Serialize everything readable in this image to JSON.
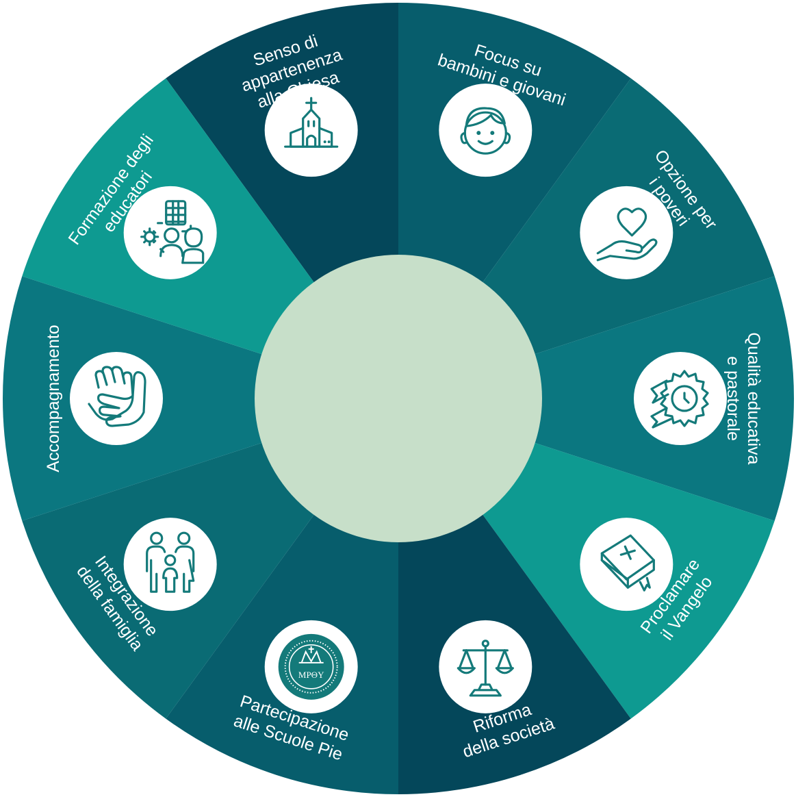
{
  "wheel": {
    "center_color": "#c7dfc9",
    "icon_color": "#147a7a",
    "segments": [
      {
        "id": "senso",
        "icon": "church-icon",
        "color": "#04475a",
        "lines": [
          "Senso di",
          "appartenenza",
          "alla Chiesa"
        ]
      },
      {
        "id": "focus",
        "icon": "child-face-icon",
        "color": "#075d6c",
        "lines": [
          "Focus su",
          "bambini e giovani"
        ]
      },
      {
        "id": "opzione",
        "icon": "hand-heart-icon",
        "color": "#0a6b74",
        "lines": [
          "Opzione per",
          "i poveri"
        ]
      },
      {
        "id": "qualita",
        "icon": "award-badge-icon",
        "color": "#0b7780",
        "lines": [
          "Qualità educativa",
          "e pastorale"
        ]
      },
      {
        "id": "proclamare",
        "icon": "bible-icon",
        "color": "#0e9a91",
        "lines": [
          "Proclamare",
          "il Vangelo"
        ]
      },
      {
        "id": "riforma",
        "icon": "scales-icon",
        "color": "#04475a",
        "lines": [
          "Riforma",
          "della società"
        ]
      },
      {
        "id": "partecipazione",
        "icon": "piarist-seal-icon",
        "color": "#075d6c",
        "lines": [
          "Partecipazione",
          "alle Scuole Pie"
        ]
      },
      {
        "id": "integrazione",
        "icon": "family-icon",
        "color": "#0a6b74",
        "lines": [
          "Integrazione",
          "della famiglia"
        ]
      },
      {
        "id": "accompagnamento",
        "icon": "helping-hands-icon",
        "color": "#0b7780",
        "lines": [
          "Accompagnamento"
        ]
      },
      {
        "id": "formazione",
        "icon": "educator-training-icon",
        "color": "#0e9a91",
        "lines": [
          "Formazione degli",
          "educatori"
        ]
      }
    ],
    "seal_text": "MPΘY"
  }
}
